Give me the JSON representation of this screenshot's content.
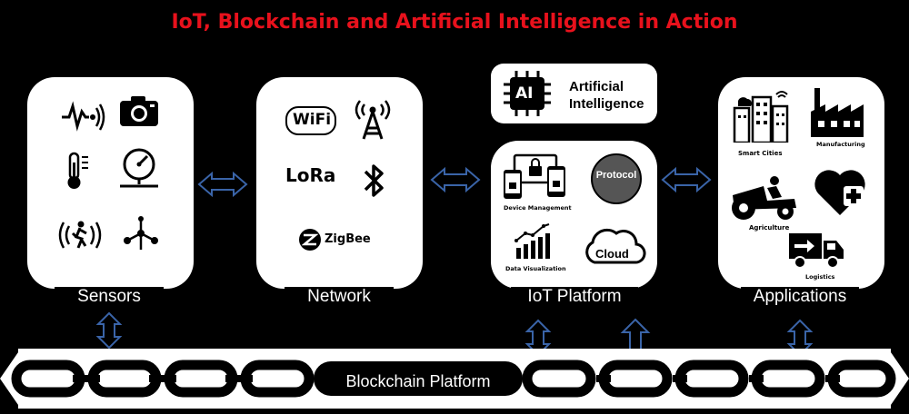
{
  "title": "IoT, Blockchain and Artificial Intelligence in Action",
  "sections": {
    "sensors": {
      "label": "Sensors"
    },
    "network": {
      "label": "Network",
      "wifi": "WiFi",
      "lora": "LoRa",
      "zigbee": "ZigBee"
    },
    "ai": {
      "badge": "AI",
      "line1": "Artificial",
      "line2": "Intelligence"
    },
    "iot_platform": {
      "label": "IoT Platform",
      "device_management": "Device Management",
      "protocol": "Protocol",
      "data_visualization": "Data Visualization",
      "cloud": "Cloud"
    },
    "applications": {
      "label": "Applications",
      "smart_cities": "Smart Cities",
      "manufacturing": "Manufacturing",
      "agriculture": "Agriculture",
      "logistics": "Logistics"
    }
  },
  "blockchain": {
    "label": "Blockchain Platform"
  },
  "colors": {
    "title": "#e8111c",
    "arrow_outline": "#3a64a8",
    "chain": "#000000",
    "card": "#ffffff"
  }
}
